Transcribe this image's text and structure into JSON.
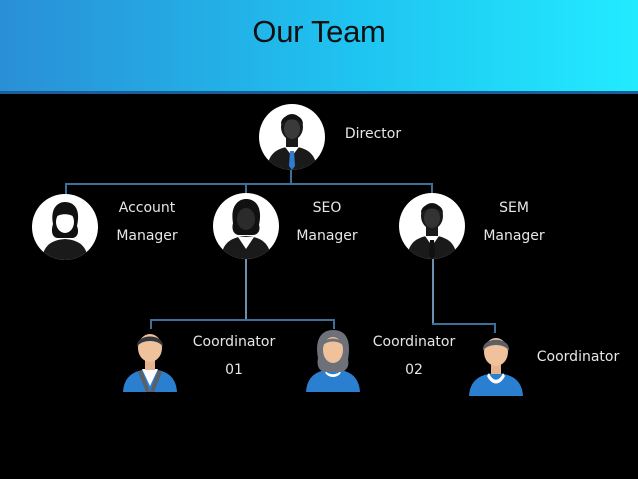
{
  "title": "Our Team",
  "colors": {
    "banner_start": "#2a8fd6",
    "banner_end": "#22ebff",
    "background": "#000000",
    "connector": "#3e6f99",
    "label_text": "#e6e6e6"
  },
  "nodes": {
    "director": {
      "line1": "Director",
      "icon": "man-with-tie-icon"
    },
    "account_manager": {
      "line1": "Account",
      "line2": "Manager",
      "icon": "woman-icon"
    },
    "seo_manager": {
      "line1": "SEO",
      "line2": "Manager",
      "icon": "woman-icon"
    },
    "sem_manager": {
      "line1": "SEM",
      "line2": "Manager",
      "icon": "man-with-tie-icon"
    },
    "coordinator_01": {
      "line1": "Coordinator",
      "line2": "01",
      "icon": "man-icon"
    },
    "coordinator_02": {
      "line1": "Coordinator",
      "line2": "02",
      "icon": "woman-icon"
    },
    "coordinator_03": {
      "line1": "Coordinator",
      "icon": "man-icon"
    }
  }
}
